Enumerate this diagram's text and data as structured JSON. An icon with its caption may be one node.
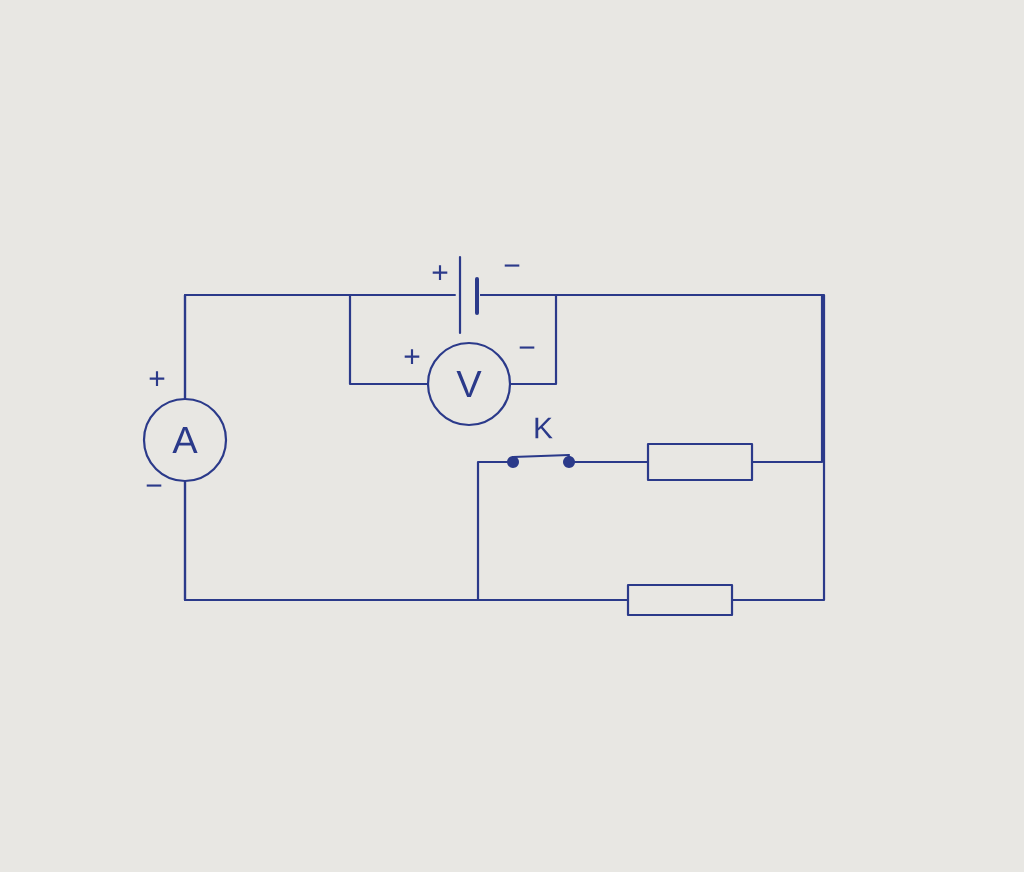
{
  "diagram": {
    "nodes": [
      {
        "text": [
          "A"
        ],
        "beside": [
          "+",
          "−"
        ]
      },
      {
        "text": [],
        "shape": "battery",
        "beside": [
          "+",
          "−"
        ]
      },
      {
        "text": [
          "V"
        ],
        "beside": [
          "+",
          "−"
        ]
      },
      {
        "text": [],
        "shape": "switch",
        "beside": [
          "K"
        ]
      },
      {
        "text": [],
        "shape": "box"
      },
      {
        "text": [],
        "shape": "box"
      }
    ],
    "edges": [
      {
        "from": 0,
        "to": 1,
        "arrow": "none"
      },
      {
        "from": 0,
        "to": 2,
        "arrow": "none"
      },
      {
        "from": 1,
        "to": 2,
        "arrow": "none"
      },
      {
        "from": 1,
        "to": 4,
        "arrow": "none"
      },
      {
        "from": 1,
        "to": 5,
        "arrow": "none"
      },
      {
        "from": 3,
        "to": 4,
        "arrow": "none"
      },
      {
        "from": 3,
        "to": 0,
        "arrow": "none"
      },
      {
        "from": 5,
        "to": 0,
        "arrow": "none"
      }
    ]
  }
}
